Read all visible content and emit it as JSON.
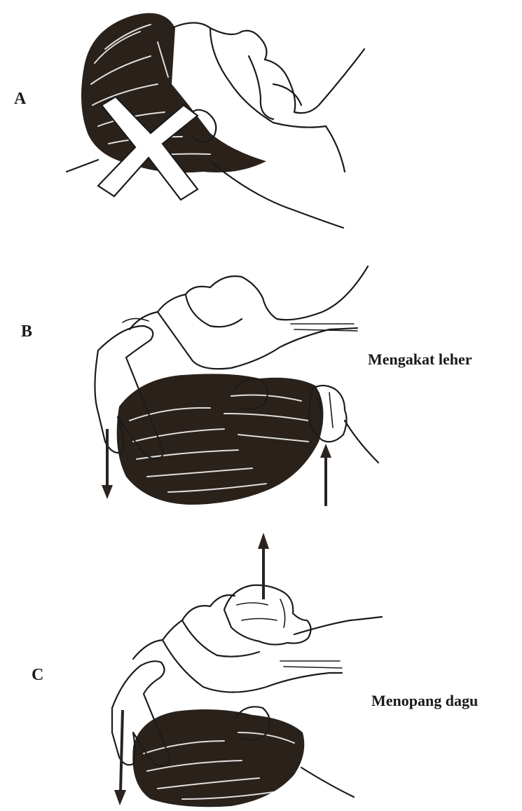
{
  "panels": {
    "a": {
      "letter": "A",
      "marked_incorrect": true
    },
    "b": {
      "letter": "B",
      "caption": "Mengakat leher",
      "arrows": [
        "down",
        "up"
      ]
    },
    "c": {
      "letter": "C",
      "caption": "Menopang dagu",
      "arrows": [
        "up",
        "down"
      ]
    }
  },
  "colors": {
    "ink": "#1b1b1b",
    "hair": "#2a211b",
    "background": "#ffffff"
  }
}
